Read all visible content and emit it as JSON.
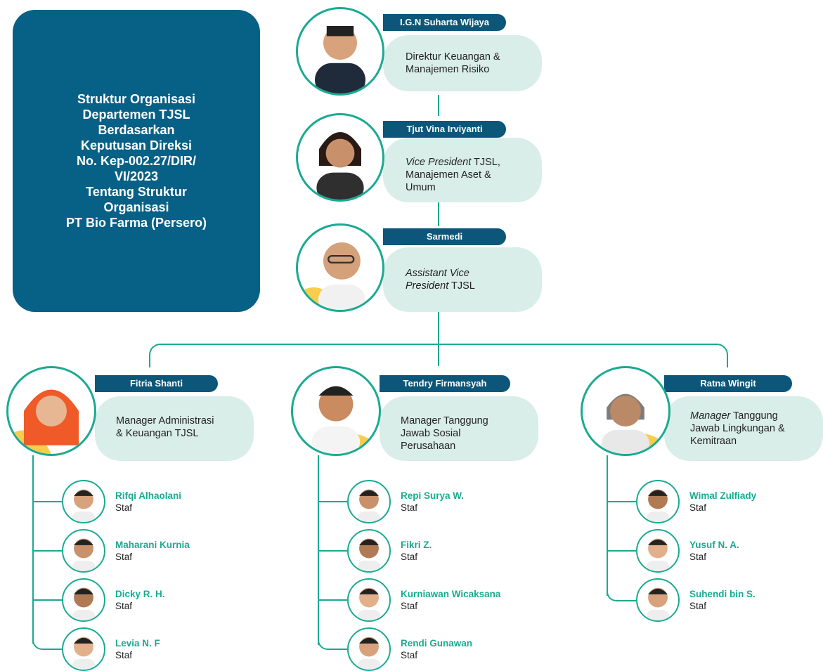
{
  "title_lines": [
    "Struktur Organisasi",
    "Departemen TJSL",
    "Berdasarkan",
    "Keputusan Direksi",
    "No. Kep-002.27/DIR/",
    "VI/2023",
    "Tentang Struktur",
    "Organisasi",
    "PT Bio Farma (Persero)"
  ],
  "colors": {
    "navy": "#076085",
    "pill": "#0b5679",
    "teal": "#1aaa92",
    "card": "#daeee9",
    "accent": "#f5b800"
  },
  "top_chain": [
    {
      "name": "I.G.N Suharta Wijaya",
      "role_parts": [
        {
          "t": "Direktur Keuangan &",
          "i": false
        },
        {
          "t": "\n",
          "i": false
        },
        {
          "t": "Manajemen Risiko",
          "i": false
        }
      ],
      "icon": "person-photo"
    },
    {
      "name": "Tjut Vina Irviyanti",
      "role_parts": [
        {
          "t": "Vice President",
          "i": true
        },
        {
          "t": " TJSL,",
          "i": false
        },
        {
          "t": "\n",
          "i": false
        },
        {
          "t": "Manajemen Aset &",
          "i": false
        },
        {
          "t": "\n",
          "i": false
        },
        {
          "t": "Umum",
          "i": false
        }
      ],
      "icon": "person-photo"
    },
    {
      "name": "Sarmedi",
      "role_parts": [
        {
          "t": "Assistant Vice",
          "i": true
        },
        {
          "t": "\n",
          "i": false
        },
        {
          "t": "President",
          "i": true
        },
        {
          "t": " TJSL",
          "i": false
        }
      ],
      "icon": "person-photo"
    }
  ],
  "managers": [
    {
      "name": "Fitria Shanti",
      "role_parts": [
        {
          "t": "Manager Administrasi",
          "i": false
        },
        {
          "t": "\n",
          "i": false
        },
        {
          "t": "& Keuangan TJSL",
          "i": false
        }
      ],
      "staff": [
        {
          "name": "Rifqi Alhaolani",
          "role": "Staf"
        },
        {
          "name": "Maharani Kurnia",
          "role": "Staf"
        },
        {
          "name": "Dicky R. H.",
          "role": "Staf"
        },
        {
          "name": "Levia N. F",
          "role": "Staf"
        }
      ]
    },
    {
      "name": "Tendry Firmansyah",
      "role_parts": [
        {
          "t": "Manager Tanggung",
          "i": false
        },
        {
          "t": "\n",
          "i": false
        },
        {
          "t": "Jawab Sosial",
          "i": false
        },
        {
          "t": "\n",
          "i": false
        },
        {
          "t": "Perusahaan",
          "i": false
        }
      ],
      "staff": [
        {
          "name": "Repi Surya W.",
          "role": "Staf"
        },
        {
          "name": "Fikri Z.",
          "role": "Staf"
        },
        {
          "name": "Kurniawan Wicaksana",
          "role": "Staf"
        },
        {
          "name": "Rendi Gunawan",
          "role": "Staf"
        }
      ]
    },
    {
      "name": "Ratna Wingit",
      "role_parts": [
        {
          "t": "Manager",
          "i": true
        },
        {
          "t": " Tanggung",
          "i": false
        },
        {
          "t": "\n",
          "i": false
        },
        {
          "t": "Jawab Lingkungan &",
          "i": false
        },
        {
          "t": "\n",
          "i": false
        },
        {
          "t": "Kemitraan",
          "i": false
        }
      ],
      "staff": [
        {
          "name": "Wimal Zulfiady",
          "role": "Staf"
        },
        {
          "name": "Yusuf N. A.",
          "role": "Staf"
        },
        {
          "name": "Suhendi bin S.",
          "role": "Staf"
        }
      ]
    }
  ]
}
